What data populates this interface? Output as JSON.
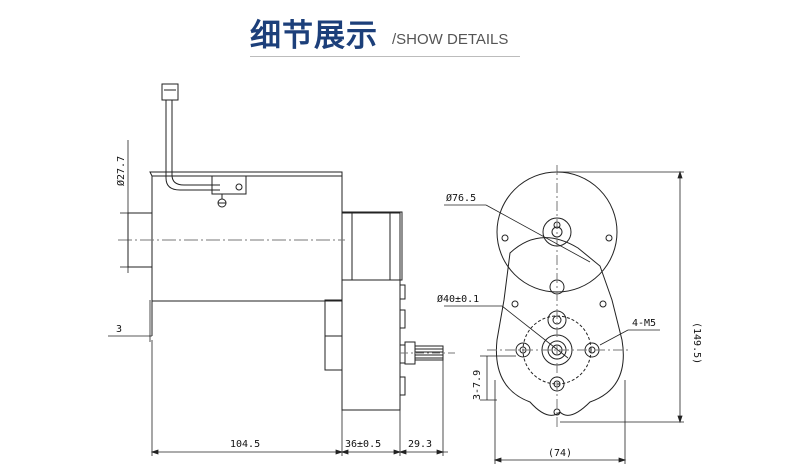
{
  "header": {
    "title_cn": "细节展示",
    "title_en": "/SHOW DETAILS"
  },
  "dimensions": {
    "diameter_27_7": "Ø27.7",
    "dim_3": "3",
    "length_104_5": "104.5",
    "length_36": "36±0.5",
    "length_29_3": "29.3",
    "diameter_76_5": "Ø76.5",
    "diameter_40": "Ø40±0.1",
    "holes_4_m5": "4-M5",
    "holes_3_7_9": "3-7.9",
    "height_149_5": "(149.5)",
    "width_74": "(74)"
  },
  "colors": {
    "title": "#1c3f7a",
    "line": "#222222",
    "centerline": "#777777"
  }
}
